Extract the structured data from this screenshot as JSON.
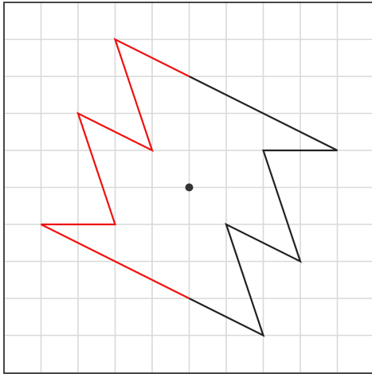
{
  "grid": {
    "columns": 10,
    "rows": 10,
    "line_color": "#d9d9d9",
    "border_color": "#333333"
  },
  "center_point": {
    "x": 5,
    "y": 5,
    "color": "#333333"
  },
  "shape_red": {
    "color": "#ee1111",
    "points": [
      [
        5,
        2
      ],
      [
        3,
        1
      ],
      [
        4,
        4
      ],
      [
        2,
        3
      ],
      [
        3,
        6
      ],
      [
        1,
        6
      ],
      [
        5,
        8
      ]
    ]
  },
  "shape_black": {
    "color": "#222222",
    "points": [
      [
        5,
        2
      ],
      [
        9,
        4
      ],
      [
        7,
        4
      ],
      [
        8,
        7
      ],
      [
        6,
        6
      ],
      [
        7,
        9
      ],
      [
        5,
        8
      ]
    ]
  }
}
